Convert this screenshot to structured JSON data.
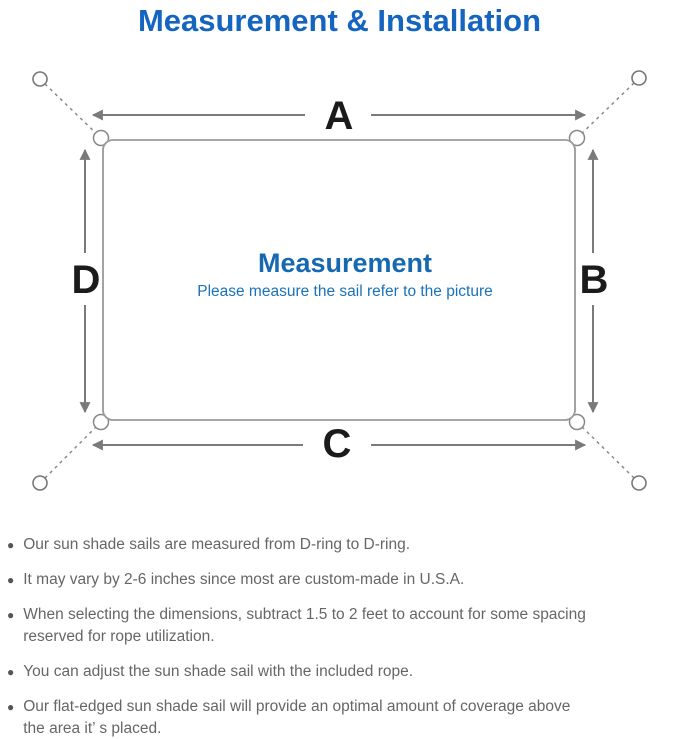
{
  "title": "Measurement & Installation",
  "diagram": {
    "label_top": "A",
    "label_right": "B",
    "label_bottom": "C",
    "label_left": "D",
    "center_title": "Measurement",
    "center_subtitle": "Please measure the sail refer to the picture"
  },
  "bullets": [
    "Our sun shade sails are measured from D-ring to D-ring.",
    "It may vary by 2-6 inches since most are custom-made in U.S.A.",
    "When selecting the dimensions, subtract 1.5 to 2 feet to account for some spacing\nreserved for rope utilization.",
    "You can adjust the sun shade sail with the included rope.",
    "Our flat-edged sun shade sail will provide an optimal amount of coverage above\nthe area it’ s placed."
  ],
  "colors": {
    "title_blue": "#1565c0",
    "center_heading_blue": "#1668b0",
    "center_subtitle_blue": "#1a72b8",
    "body_text_gray": "#666666",
    "line_gray": "#7a7a7a",
    "outline_gray": "#999999",
    "label_black": "#1b1b1b"
  }
}
